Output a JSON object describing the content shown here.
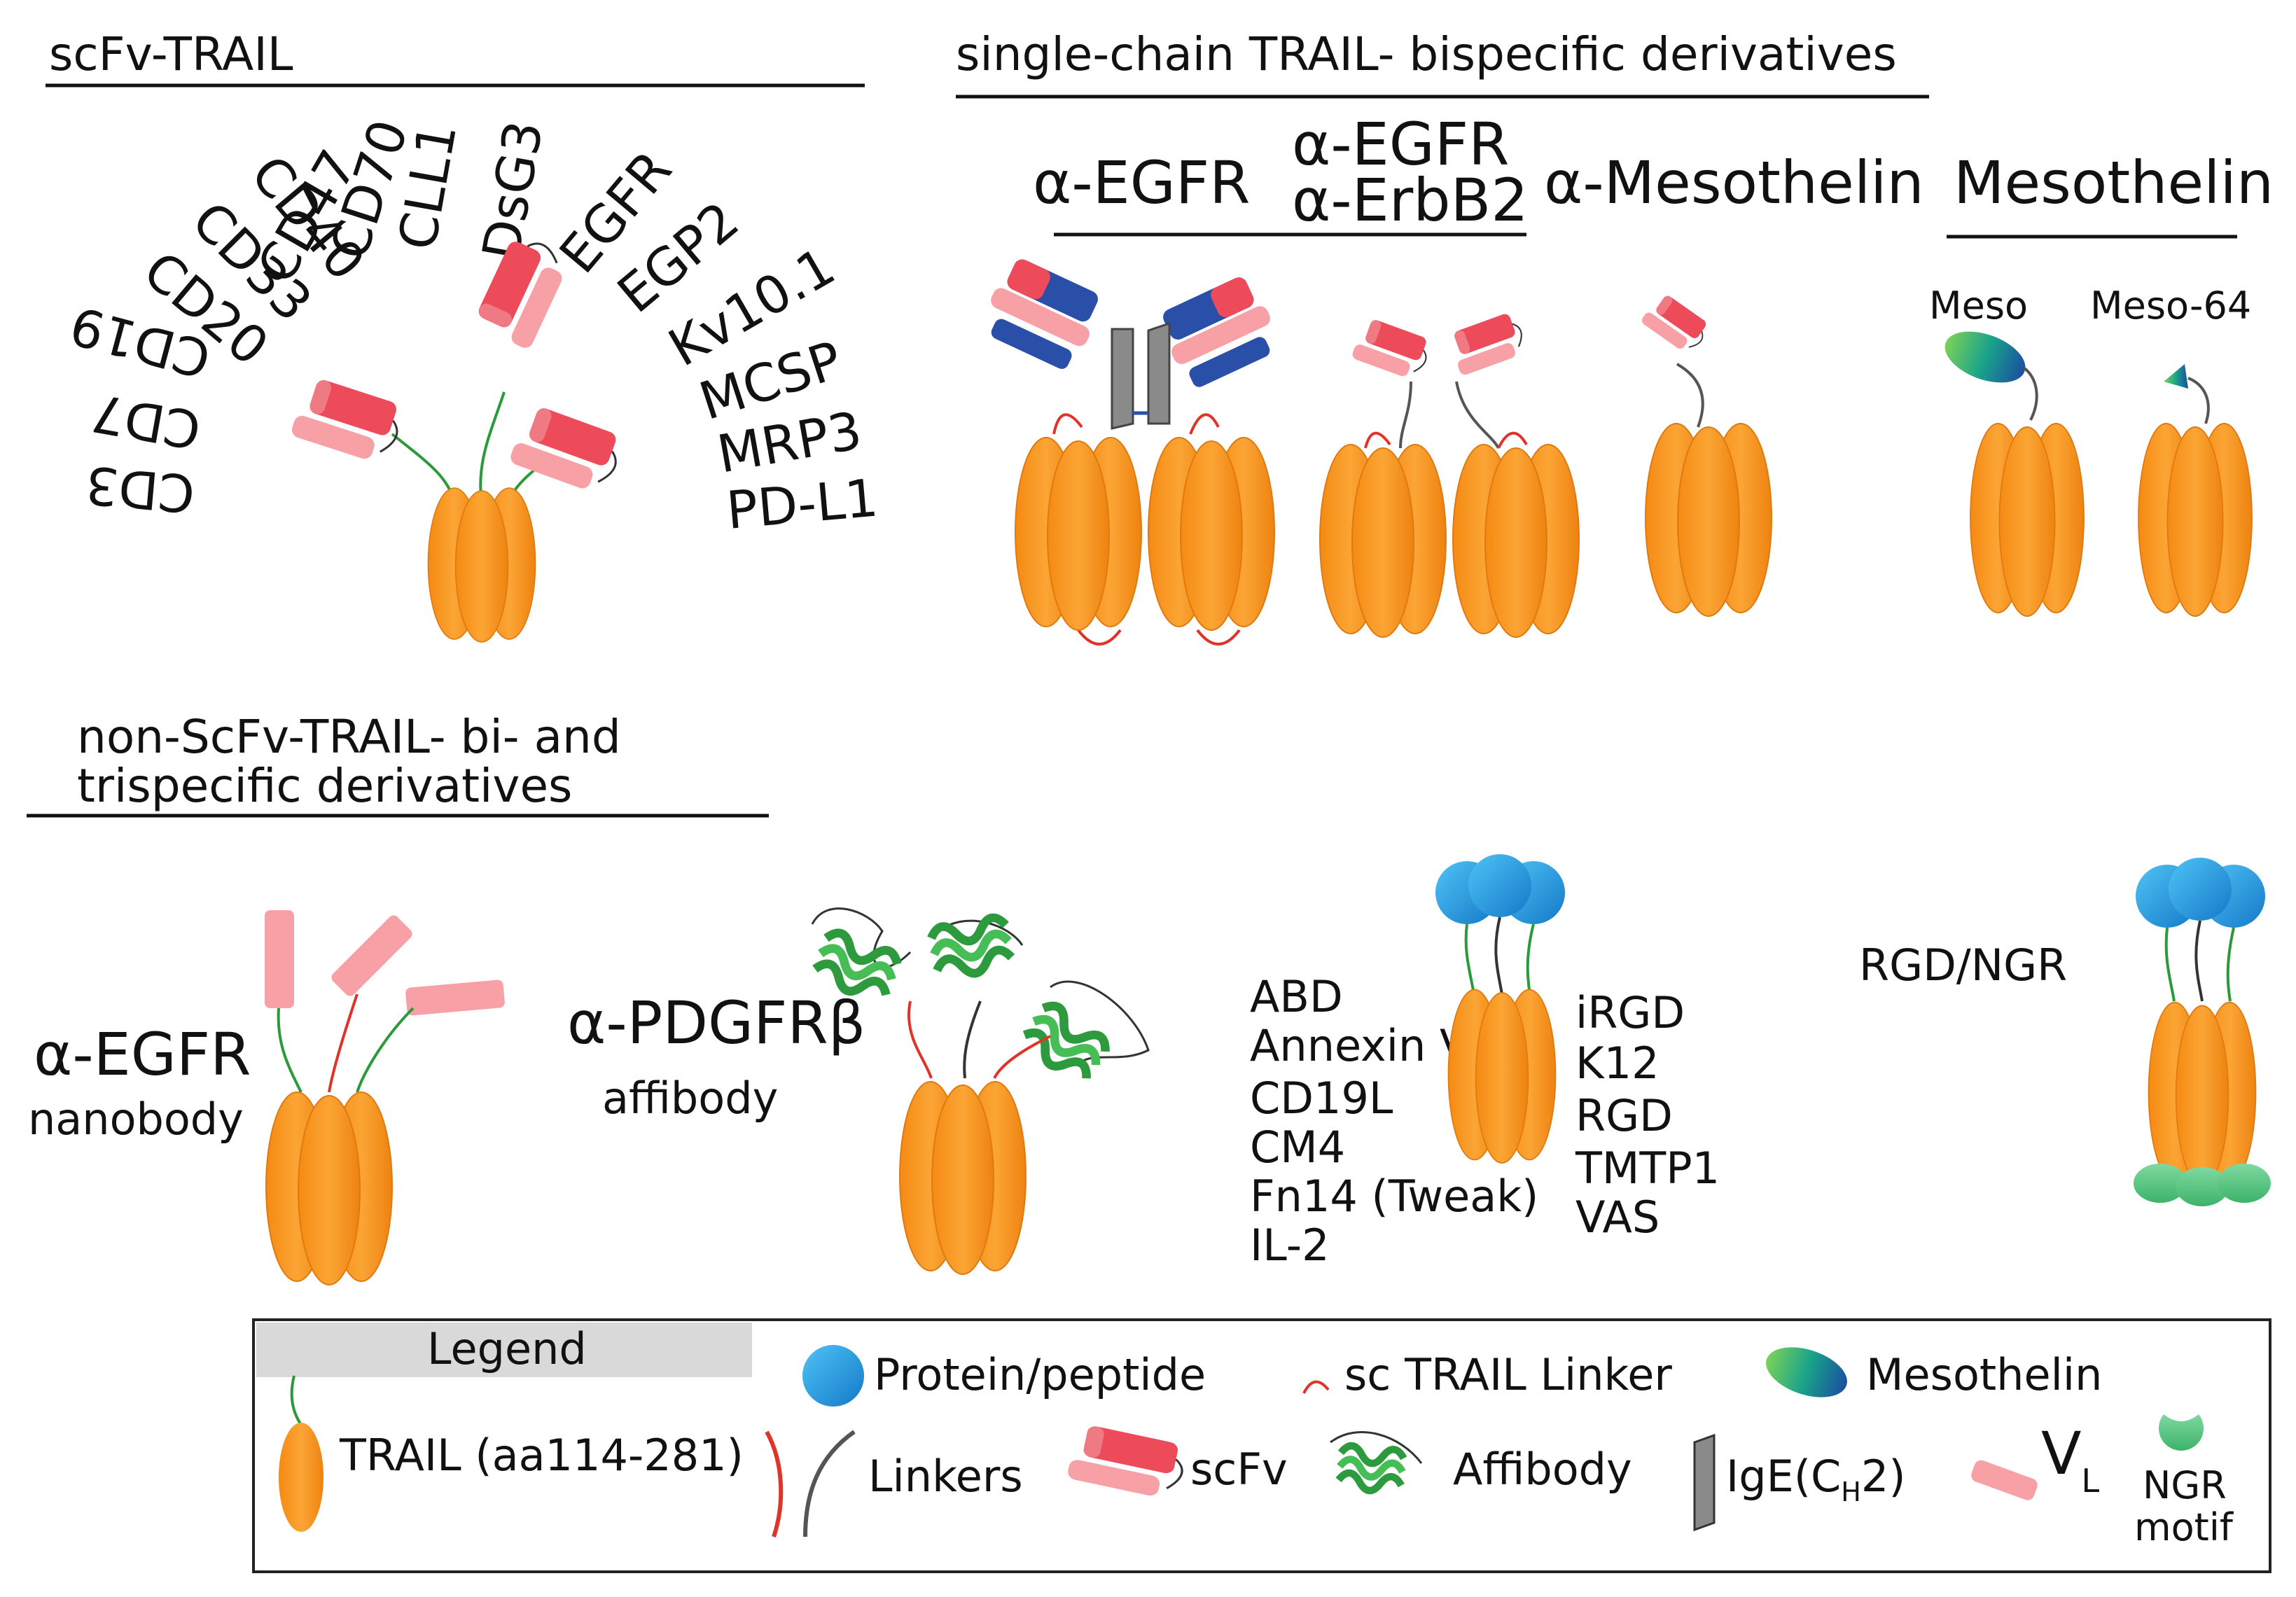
{
  "sections": {
    "scfv_trail": "scFv-TRAIL",
    "single_chain": "single-chain TRAIL- bispecific derivatives",
    "non_scfv_line1": "non-ScFv-TRAIL- bi- and",
    "non_scfv_line2": "trispecific derivatives"
  },
  "scfv_targets": [
    "CD3",
    "CD7",
    "CD19",
    "CD20",
    "CD33",
    "CD40",
    "CD47",
    "CD70",
    "CLL1",
    "DsG3",
    "EGFR",
    "EGP2",
    "Kv10.1",
    "MCSP",
    "MRP3",
    "PD-L1"
  ],
  "single_chain_labels": {
    "egfr": "α-EGFR",
    "egfr_erbb2_line1": "α-EGFR",
    "egfr_erbb2_line2": "α-ErbB2",
    "mesothelin_antibody": "α-Mesothelin",
    "mesothelin": "Mesothelin",
    "meso": "Meso",
    "meso64": "Meso-64"
  },
  "non_scfv_labels": {
    "nanobody_line1": "α-EGFR",
    "nanobody_line2": "nanobody",
    "affibody_line1": "α-PDGFRβ",
    "affibody_line2": "affibody",
    "rgd_ngr": "RGD/NGR"
  },
  "fusion_partners_left": [
    "ABD",
    "Annexin V",
    "CD19L",
    "CM4",
    "Fn14 (Tweak)",
    "IL-2"
  ],
  "fusion_partners_right": [
    "iRGD",
    "K12",
    "RGD",
    "TMTP1",
    "VAS"
  ],
  "legend": {
    "title": "Legend",
    "trail": "TRAIL (aa114-281)",
    "protein": "Protein/peptide",
    "sc_linker": "sc TRAIL Linker",
    "mesothelin": "Mesothelin",
    "linkers": "Linkers",
    "scfv": "scFv",
    "affibody": "Affibody",
    "ige_main": "IgE(C",
    "ige_sub": "H",
    "ige_end": "2)",
    "vl_main": "V",
    "vl_sub": "L",
    "ngr_line1": "NGR",
    "ngr_line2": "motif"
  },
  "colors": {
    "trail_orange": "#F7941D",
    "trail_dark": "#E07A10",
    "scfv_red": "#EE4B5A",
    "vl_pink": "#F7A0A6",
    "protein_blue": "#1E9BE0",
    "affibody_green": "#3DB34A",
    "ige_gray": "#888888",
    "mesothelin_teal": "#1AA38A",
    "antibody_blue": "#2A4FA8",
    "linker_red": "#E0342A",
    "linker_green": "#2A9A3A"
  }
}
